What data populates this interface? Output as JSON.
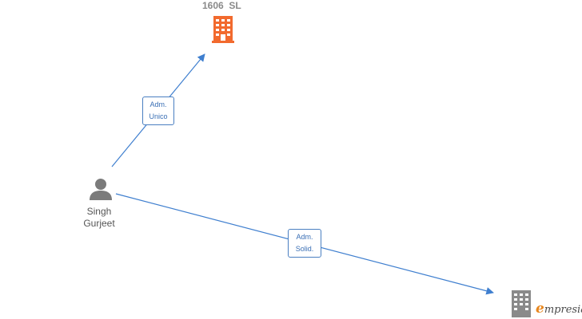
{
  "nodes": {
    "company_top": {
      "name": "1606  SL",
      "color": "#f26a2e",
      "icon": "building-icon"
    },
    "person": {
      "name_line1": "Singh",
      "name_line2": "Gurjeet",
      "color": "#7b7b7b",
      "icon": "person-icon"
    },
    "company_bottom": {
      "color": "#8a8a8a",
      "icon": "building-icon"
    }
  },
  "edges": [
    {
      "label_line1": "Adm.",
      "label_line2": "Unico"
    },
    {
      "label_line1": "Adm.",
      "label_line2": "Solid."
    }
  ],
  "colors": {
    "edge": "#3f7fcf",
    "label_border": "#4a7fc1"
  },
  "watermark": {
    "accent": "e",
    "text": "mpresia"
  }
}
